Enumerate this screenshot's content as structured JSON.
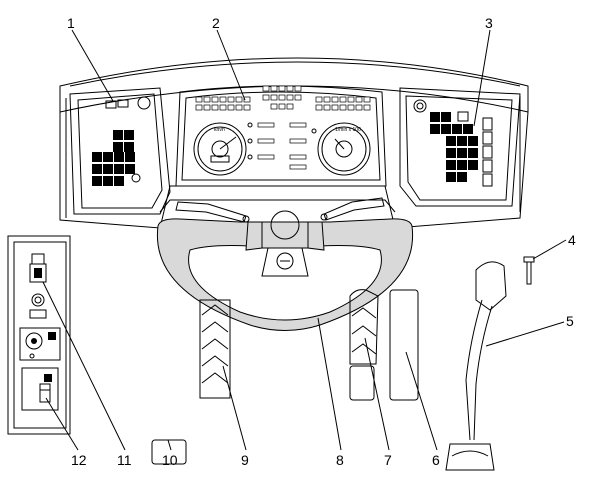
{
  "callouts": [
    {
      "id": "1",
      "label": "1"
    },
    {
      "id": "2",
      "label": "2"
    },
    {
      "id": "3",
      "label": "3"
    },
    {
      "id": "4",
      "label": "4"
    },
    {
      "id": "5",
      "label": "5"
    },
    {
      "id": "6",
      "label": "6"
    },
    {
      "id": "7",
      "label": "7"
    },
    {
      "id": "8",
      "label": "8"
    },
    {
      "id": "9",
      "label": "9"
    },
    {
      "id": "10",
      "label": "10"
    },
    {
      "id": "11",
      "label": "11"
    },
    {
      "id": "12",
      "label": "12"
    }
  ],
  "gauges": {
    "speedo_unit": "km/h",
    "tacho_unit": "1/min x 100"
  },
  "colors": {
    "line": "#000000",
    "fill_light": "#d9d9d9",
    "fill_dark": "#000000",
    "background": "#ffffff"
  }
}
